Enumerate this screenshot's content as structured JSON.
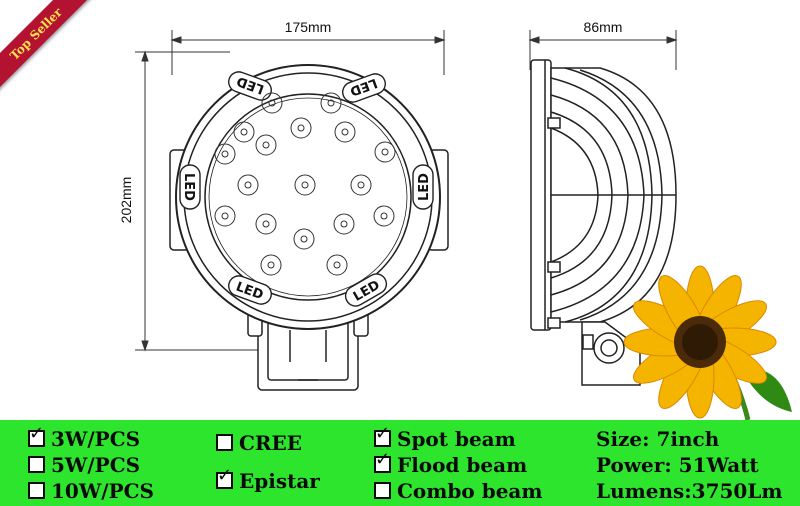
{
  "badge": {
    "text": "Top Seller"
  },
  "dimensions": {
    "width": "175mm",
    "height": "202mm",
    "depth": "86mm"
  },
  "lens_label": "LED",
  "options": {
    "power": [
      {
        "label": "3W/PCS",
        "checked": true
      },
      {
        "label": "5W/PCS",
        "checked": false
      },
      {
        "label": "10W/PCS",
        "checked": false
      }
    ],
    "chip": [
      {
        "label": "CREE",
        "checked": false
      },
      {
        "label": "Epistar",
        "checked": true
      }
    ],
    "beam": [
      {
        "label": "Spot beam",
        "checked": true
      },
      {
        "label": "Flood beam",
        "checked": true
      },
      {
        "label": "Combo beam",
        "checked": false
      }
    ]
  },
  "specs": {
    "size": "Size: 7inch",
    "power": "Power: 51Watt",
    "lumens": "Lumens:3750Lm"
  },
  "colors": {
    "bar": "#2ee52e",
    "ribbon": "#b31230",
    "ribbon_text": "#ffe34a"
  }
}
